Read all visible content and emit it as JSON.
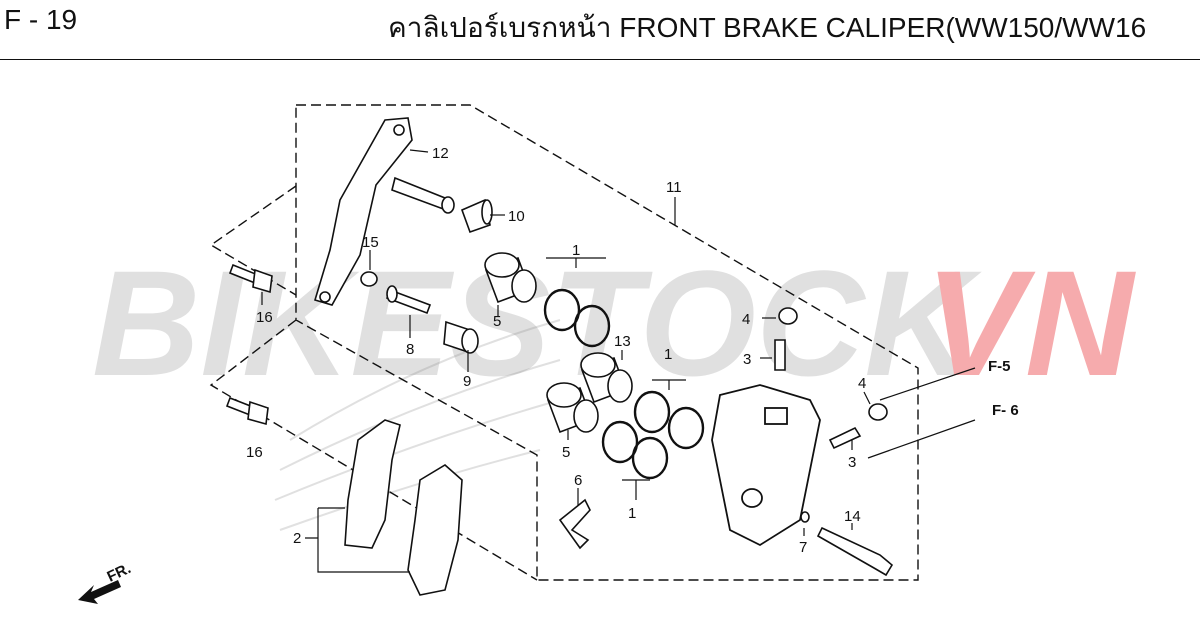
{
  "header": {
    "page_code": "F - 19",
    "title": "คาลิเปอร์เบรกหน้า  FRONT BRAKE CALIPER(WW150/WW16"
  },
  "watermark": {
    "text_a": "BIKESTOCK",
    "text_b": "VN",
    "color_a": "#b0b0b0",
    "color_b": "#e8262a"
  },
  "callouts": {
    "c1a": "1",
    "c1b": "1",
    "c1c": "1",
    "c2": "2",
    "c3a": "3",
    "c3b": "3",
    "c4a": "4",
    "c4b": "4",
    "c5a": "5",
    "c5b": "5",
    "c6": "6",
    "c7": "7",
    "c8": "8",
    "c9": "9",
    "c10": "10",
    "c11": "11",
    "c12": "12",
    "c13": "13",
    "c14": "14",
    "c15": "15",
    "c16a": "16",
    "c16b": "16"
  },
  "references": {
    "f5": "F-5",
    "f6": "F- 6"
  },
  "direction": {
    "label": "FR."
  },
  "colors": {
    "line": "#111111",
    "accent": "#e8262a"
  }
}
